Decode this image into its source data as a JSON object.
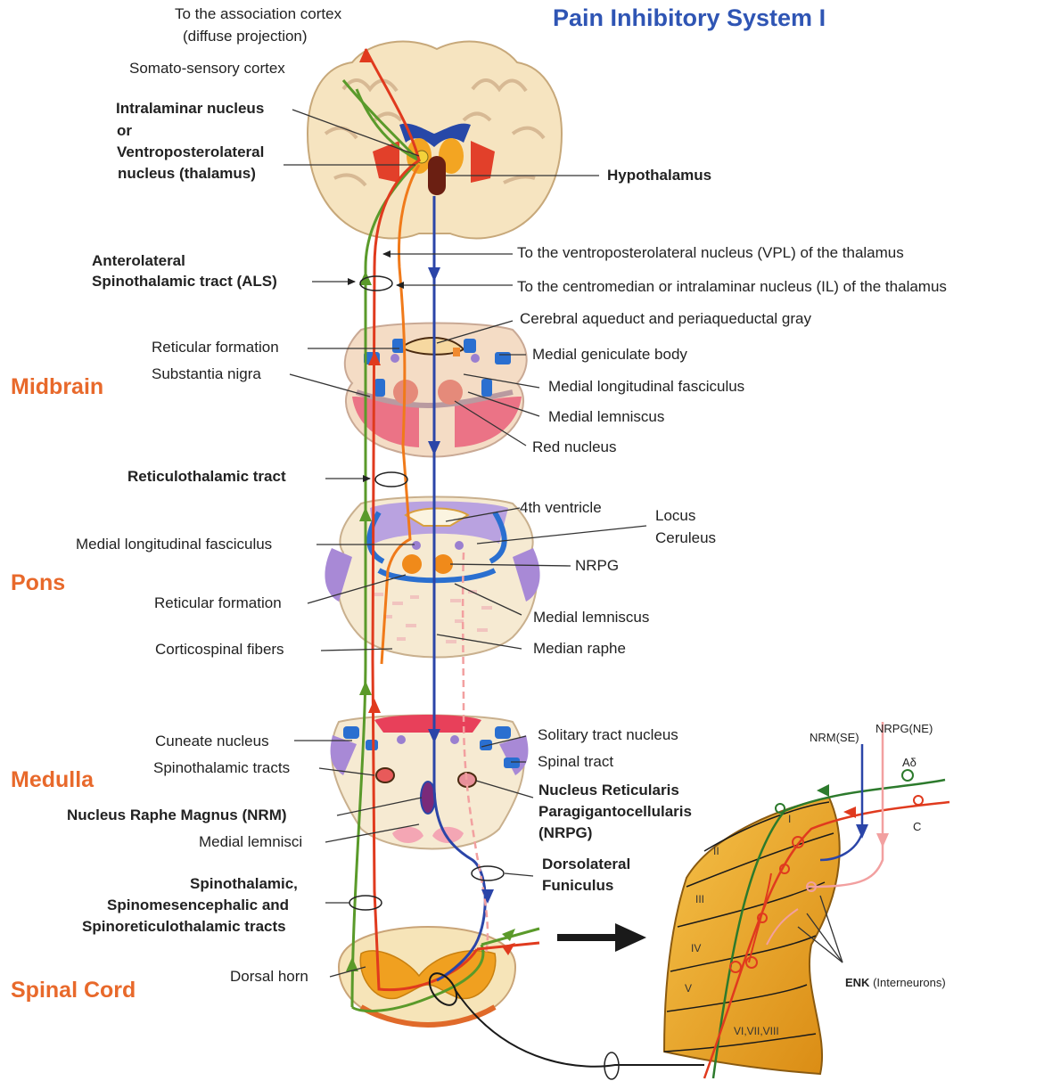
{
  "title": "Pain Inhibitory System I",
  "sections": {
    "midbrain": "Midbrain",
    "pons": "Pons",
    "medulla": "Medulla",
    "spinal_cord": "Spinal Cord"
  },
  "labels": {
    "assoc_cortex_1": "To the association cortex",
    "assoc_cortex_2": "(diffuse projection)",
    "somatosensory": "Somato-sensory cortex",
    "intralaminar_1": "Intralaminar nucleus",
    "intralaminar_2": "or",
    "intralaminar_3": "Ventroposterolateral",
    "intralaminar_4": "nucleus (thalamus)",
    "hypothalamus": "Hypothalamus",
    "to_vpl": "To the ventroposterolateral nucleus (VPL) of the thalamus",
    "als_1": "Anterolateral",
    "als_2": "Spinothalamic tract (ALS)",
    "to_il": "To the centromedian or intralaminar nucleus (IL) of  the thalamus",
    "aqueduct": "Cerebral aqueduct and periaqueductal gray",
    "reticular_mid": "Reticular formation",
    "med_geniculate": "Medial geniculate body",
    "substantia_nigra": "Substantia nigra",
    "mlf_mid": "Medial longitudinal fasciculus",
    "med_lemniscus_mid": "Medial lemniscus",
    "red_nucleus": "Red nucleus",
    "reticulothalamic": "Reticulothalamic tract",
    "fourth_ventricle": "4th ventricle",
    "locus_1": "Locus",
    "locus_2": "Ceruleus",
    "mlf_pons": "Medial longitudinal fasciculus",
    "nrpg_pons": "NRPG",
    "reticular_pons": "Reticular formation",
    "med_lemniscus_pons": "Medial lemniscus",
    "corticospinal": "Corticospinal  fibers",
    "median_raphe": "Median raphe",
    "cuneate": "Cuneate nucleus",
    "solitary": "Solitary tract nucleus",
    "spinothalamic_tracts": "Spinothalamic tracts",
    "spinal_tract": "Spinal tract",
    "nrm": "Nucleus Raphe Magnus  (NRM)",
    "nrpg_1": "Nucleus Reticularis",
    "nrpg_2": "Paragigantocellularis",
    "nrpg_3": "(NRPG)",
    "medial_lemnisci": "Medial lemnisci",
    "dlf_1": "Dorsolateral",
    "dlf_2": "Funiculus",
    "spino_1": "Spinothalamic,",
    "spino_2": "Spinomesencephalic and",
    "spino_3": "Spinoreticulothalamic tracts",
    "dorsal_horn": "Dorsal horn",
    "nrm_se": "NRM(SE)",
    "nrpg_ne": "NRPG(NE)",
    "a_delta": "Aδ",
    "c_fiber": "C",
    "enk_bold": "ENK",
    "enk_rest": " (Interneurons)"
  },
  "laminae": [
    "I",
    "II",
    "III",
    "IV",
    "V",
    "VI,VII,VIII"
  ],
  "colors": {
    "title": "#2f55b4",
    "section": "#e8692b",
    "green_pathway": "#5a9a2a",
    "red_pathway": "#e03a1e",
    "orange_pathway": "#f07a1a",
    "blue_descending": "#2b45a8",
    "pink_descending": "#f2a0a0",
    "brainstem_fill": "#f6e7c8",
    "blue_nuclei": "#2a6fd0",
    "purple_nuclei": "#9a7fd0",
    "pink_nuclei": "#e86b85",
    "spinal_gray": "#f0a020"
  }
}
